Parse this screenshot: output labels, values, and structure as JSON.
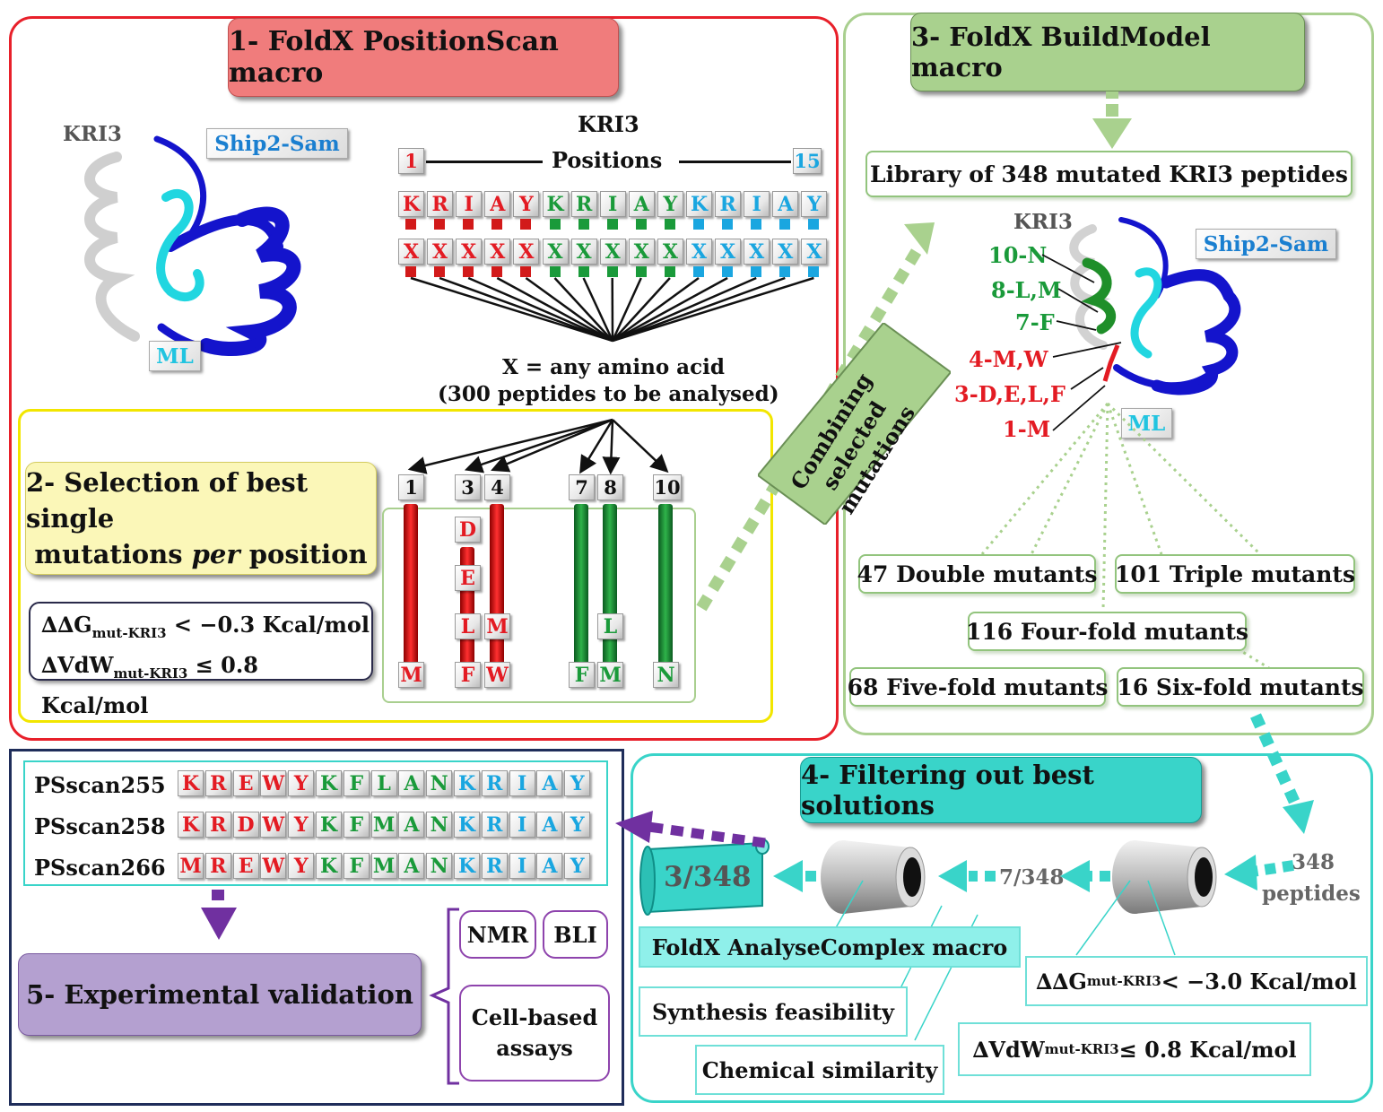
{
  "panel1": {
    "title": "1- FoldX PositionScan macro",
    "kri3_struct_label": "KRI3",
    "ship2sam_label": "Ship2-Sam",
    "ml_label": "ML",
    "seq_title": "KRI3",
    "positions_label": "Positions",
    "pos_start": "1",
    "pos_end": "15",
    "sequence": [
      {
        "aa": "K",
        "c": "red"
      },
      {
        "aa": "R",
        "c": "red"
      },
      {
        "aa": "I",
        "c": "red"
      },
      {
        "aa": "A",
        "c": "red"
      },
      {
        "aa": "Y",
        "c": "red"
      },
      {
        "aa": "K",
        "c": "green"
      },
      {
        "aa": "R",
        "c": "green"
      },
      {
        "aa": "I",
        "c": "green"
      },
      {
        "aa": "A",
        "c": "green"
      },
      {
        "aa": "Y",
        "c": "green"
      },
      {
        "aa": "K",
        "c": "blue"
      },
      {
        "aa": "R",
        "c": "blue"
      },
      {
        "aa": "I",
        "c": "blue"
      },
      {
        "aa": "A",
        "c": "blue"
      },
      {
        "aa": "Y",
        "c": "blue"
      }
    ],
    "x_letter": "X",
    "x_note_1": "X = any amino acid",
    "x_note_2": "(300 peptides to be analysed)"
  },
  "panel2": {
    "title_line1": "2- Selection of best single",
    "title_line2_pre": "mutations ",
    "title_line2_em": "per",
    "title_line2_post": " position",
    "crit1_pre": "∆∆G",
    "crit1_sub": "mut-KRI3",
    "crit1_post": " < −0.3 Kcal/mol",
    "crit2_pre": "∆VdW",
    "crit2_sub": "mut-KRI3",
    "crit2_post": " ≤ 0.8 Kcal/mol",
    "columns": [
      {
        "pos": "1",
        "color": "red",
        "muts": [
          "M"
        ]
      },
      {
        "pos": "3",
        "color": "red",
        "muts": [
          "D",
          "E",
          "L",
          "F"
        ]
      },
      {
        "pos": "4",
        "color": "red",
        "muts": [
          "M",
          "W"
        ]
      },
      {
        "pos": "7",
        "color": "green",
        "muts": [
          "F"
        ]
      },
      {
        "pos": "8",
        "color": "green",
        "muts": [
          "L",
          "M"
        ]
      },
      {
        "pos": "10",
        "color": "green",
        "muts": [
          "N"
        ]
      }
    ]
  },
  "combine_label_1": "Combining",
  "combine_label_2": "selected mutations",
  "panel3": {
    "title": "3- FoldX BuildModel macro",
    "library": "Library of 348 mutated KRI3 peptides",
    "kri3_label": "KRI3",
    "ship2sam_label": "Ship2-Sam",
    "ml_label": "ML",
    "mutation_labels": [
      {
        "text": "10-N",
        "color": "green"
      },
      {
        "text": "8-L,M",
        "color": "green"
      },
      {
        "text": "7-F",
        "color": "green"
      },
      {
        "text": "4-M,W",
        "color": "red"
      },
      {
        "text": "3-D,E,L,F",
        "color": "red"
      },
      {
        "text": "1-M",
        "color": "red"
      }
    ],
    "mutants": {
      "double": "47 Double mutants",
      "triple": "101 Triple mutants",
      "four": "116 Four-fold mutants",
      "five": "68 Five-fold mutants",
      "six": "16 Six-fold mutants"
    }
  },
  "panel4": {
    "title": "4- Filtering out best solutions",
    "peptides_count": "348",
    "peptides_word": "peptides",
    "mid_count": "7/348",
    "final_count": "3/348",
    "analyse": "FoldX AnalyseComplex macro",
    "crit1_pre": "∆∆G",
    "crit1_sub": "mut-KRI3",
    "crit1_post": " < −3.0 Kcal/mol",
    "crit2_pre": "∆VdW",
    "crit2_sub": "mut-KRI3",
    "crit2_post": " ≤ 0.8 Kcal/mol",
    "synthesis": "Synthesis feasibility",
    "chemical": "Chemical similarity"
  },
  "results": [
    {
      "name": "PSscan255",
      "seq": [
        [
          "K",
          "red"
        ],
        [
          "R",
          "red"
        ],
        [
          "E",
          "red"
        ],
        [
          "W",
          "red"
        ],
        [
          "Y",
          "red"
        ],
        [
          "K",
          "green"
        ],
        [
          "F",
          "green"
        ],
        [
          "L",
          "green"
        ],
        [
          "A",
          "green"
        ],
        [
          "N",
          "green"
        ],
        [
          "K",
          "blue"
        ],
        [
          "R",
          "blue"
        ],
        [
          "I",
          "blue"
        ],
        [
          "A",
          "blue"
        ],
        [
          "Y",
          "blue"
        ]
      ]
    },
    {
      "name": "PSscan258",
      "seq": [
        [
          "K",
          "red"
        ],
        [
          "R",
          "red"
        ],
        [
          "D",
          "red"
        ],
        [
          "W",
          "red"
        ],
        [
          "Y",
          "red"
        ],
        [
          "K",
          "green"
        ],
        [
          "F",
          "green"
        ],
        [
          "M",
          "green"
        ],
        [
          "A",
          "green"
        ],
        [
          "N",
          "green"
        ],
        [
          "K",
          "blue"
        ],
        [
          "R",
          "blue"
        ],
        [
          "I",
          "blue"
        ],
        [
          "A",
          "blue"
        ],
        [
          "Y",
          "blue"
        ]
      ]
    },
    {
      "name": "PSscan266",
      "seq": [
        [
          "M",
          "red"
        ],
        [
          "R",
          "red"
        ],
        [
          "E",
          "red"
        ],
        [
          "W",
          "red"
        ],
        [
          "Y",
          "red"
        ],
        [
          "K",
          "green"
        ],
        [
          "F",
          "green"
        ],
        [
          "M",
          "green"
        ],
        [
          "A",
          "green"
        ],
        [
          "N",
          "green"
        ],
        [
          "K",
          "blue"
        ],
        [
          "R",
          "blue"
        ],
        [
          "I",
          "blue"
        ],
        [
          "A",
          "blue"
        ],
        [
          "Y",
          "blue"
        ]
      ]
    }
  ],
  "panel5": {
    "title": "5- Experimental validation",
    "nmr": "NMR",
    "bli": "BLI",
    "cell_1": "Cell-based",
    "cell_2": "assays"
  },
  "colors": {
    "red": "#e31b23",
    "green": "#1a9a3a",
    "blue": "#1aa6e0",
    "panel1": "#e8202a",
    "panel2": "#f2e600",
    "panel3": "#a9cf8f",
    "panel4": "#39d4c9",
    "panel5": "#1f2d5a"
  }
}
